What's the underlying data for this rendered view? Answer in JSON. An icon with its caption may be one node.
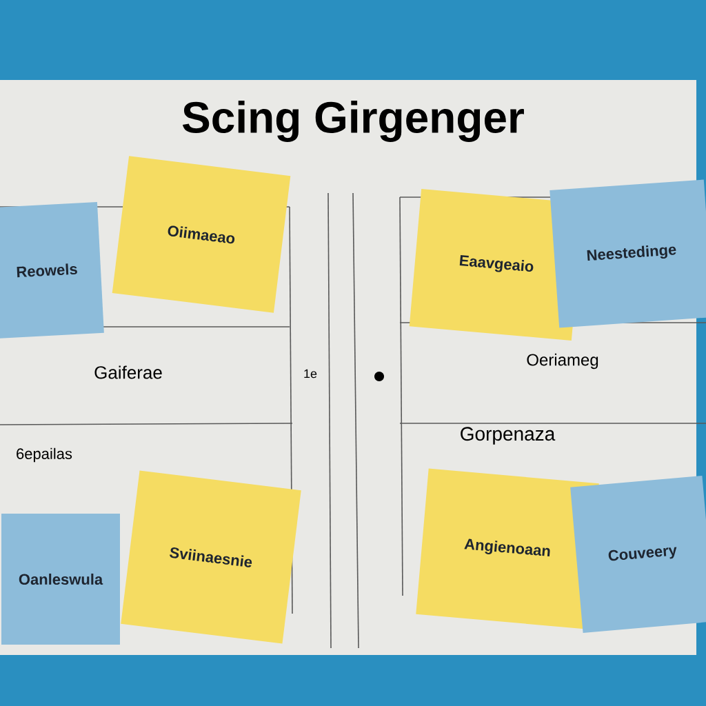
{
  "diagram": {
    "title": "Scing Girgenger",
    "nodes": [
      {
        "text": [
          "Oiimaeao"
        ]
      },
      {
        "text": [
          "Reowels"
        ]
      },
      {
        "text": [
          "Eaavgeaio"
        ]
      },
      {
        "text": [
          "Neestedinge"
        ]
      },
      {
        "text": [
          "Sviinaesnie"
        ]
      },
      {
        "text": [
          "Oanleswula"
        ]
      },
      {
        "text": [
          "Angienoaan"
        ]
      },
      {
        "text": [
          "Couveery"
        ]
      }
    ],
    "labels": [
      "Gaiferae",
      "1e",
      "Oeriameg",
      "Gorpenaza",
      "6epailas"
    ]
  }
}
